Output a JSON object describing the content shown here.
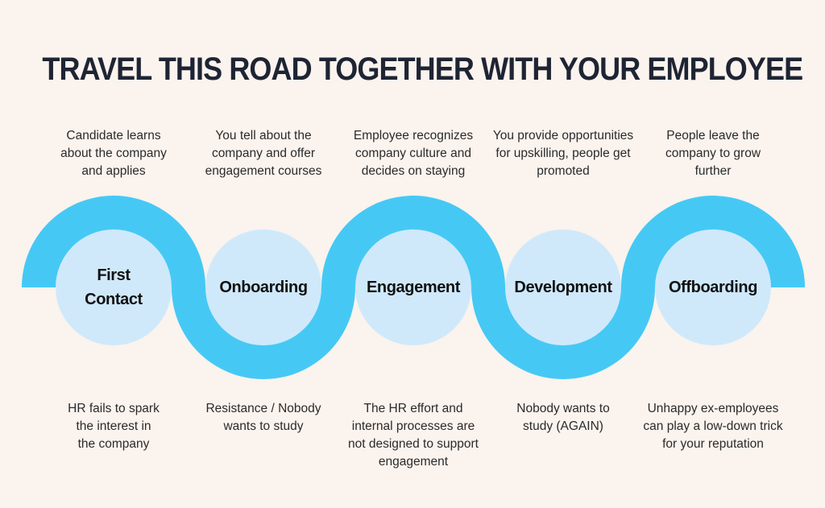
{
  "title": "TRAVEL THIS ROAD TOGETHER WITH YOUR EMPLOYEE",
  "colors": {
    "background": "#FAF3EE",
    "road": "#45C9F4",
    "circle": "#CFE9FB",
    "title_text": "#1E2433",
    "body_text": "#2B2B2B",
    "label_text": "#111111"
  },
  "stages": [
    {
      "name": "First\nContact",
      "top_text": "Candidate learns\nabout the company\nand applies",
      "bottom_text": "HR fails to spark\nthe interest in\nthe company"
    },
    {
      "name": "Onboarding",
      "top_text": "You tell about the\ncompany and offer\nengagement courses",
      "bottom_text": "Resistance / Nobody\nwants to study"
    },
    {
      "name": "Engagement",
      "top_text": "Employee recognizes\ncompany culture and\ndecides on staying",
      "bottom_text": "The HR effort and\ninternal processes are\nnot designed to support\nengagement"
    },
    {
      "name": "Development",
      "top_text": "You provide opportunities\nfor upskilling, people get\npromoted",
      "bottom_text": "Nobody wants to\nstudy (AGAIN)"
    },
    {
      "name": "Offboarding",
      "top_text": "People leave the\ncompany to grow\nfurther",
      "bottom_text": "Unhappy ex-employees\ncan play a low-down trick\nfor your reputation"
    }
  ]
}
